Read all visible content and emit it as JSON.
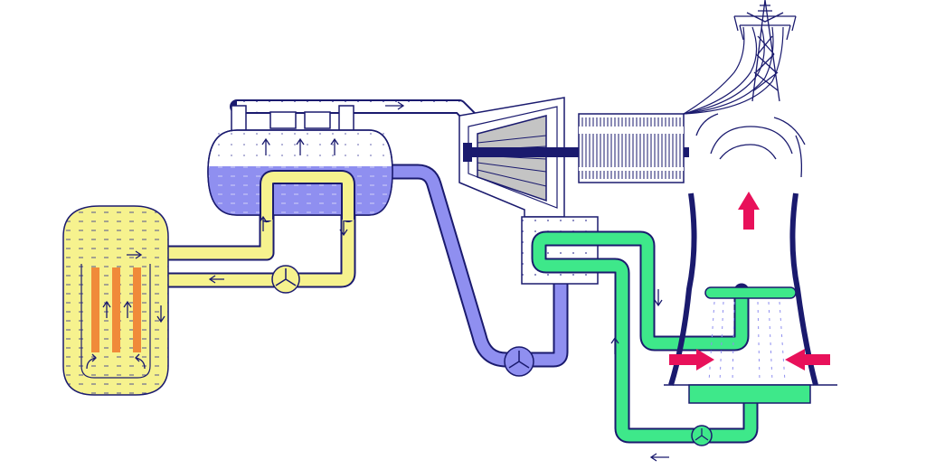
{
  "colors": {
    "background": "#ffffff",
    "primary_loop": "#f6f28e",
    "steam_loop": "#8f8ff0",
    "cooling_loop": "#3ee88a",
    "fuel_rods": "#f08a3a",
    "outline": "#1a1a6e",
    "turbine_fill": "#c4c4c4",
    "heat_arrow": "#e8115a",
    "steam_plume": "#f0f0ff"
  },
  "components": {
    "reactor": {
      "icon": "reactor-vessel",
      "fuel_rod_count": 3
    },
    "steam_generator": {
      "icon": "steam-generator-drum"
    },
    "turbine": {
      "icon": "turbine"
    },
    "generator": {
      "icon": "generator"
    },
    "condenser": {
      "icon": "condenser-box"
    },
    "cooling_tower": {
      "icon": "cooling-tower"
    },
    "pylon": {
      "icon": "transmission-pylon"
    },
    "pumps": [
      "primary-pump-icon",
      "feedwater-pump-icon",
      "cooling-pump-icon"
    ]
  }
}
